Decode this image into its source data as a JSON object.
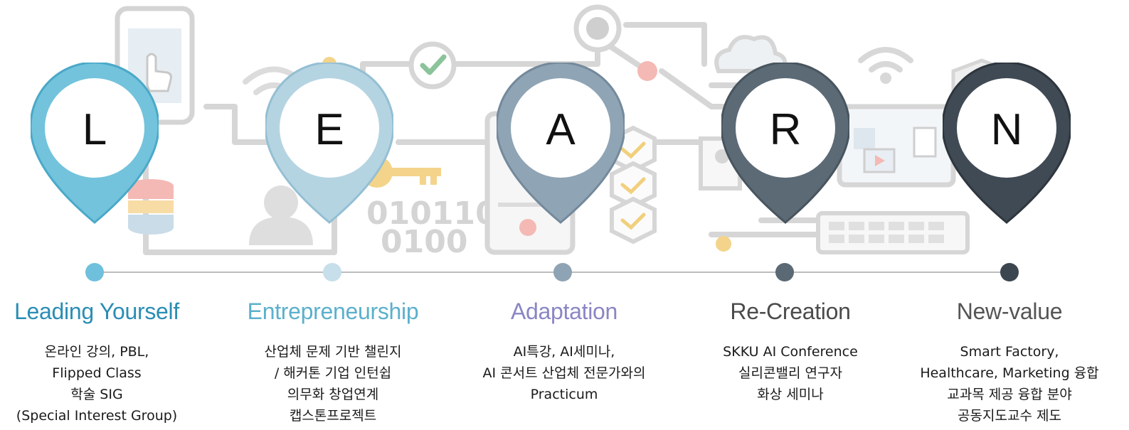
{
  "pins": [
    {
      "letter": "L",
      "color": "#73c3dc",
      "dark": "#4aa9c8"
    },
    {
      "letter": "E",
      "color": "#b5d4e2",
      "dark": "#94bfd3"
    },
    {
      "letter": "A",
      "color": "#8fa4b4",
      "dark": "#74899b"
    },
    {
      "letter": "R",
      "color": "#5c6a76",
      "dark": "#48555f"
    },
    {
      "letter": "N",
      "color": "#404a54",
      "dark": "#2e363e"
    }
  ],
  "background": {
    "binary_line_1": "010110",
    "binary_line_2": "0100"
  },
  "sections": [
    {
      "title": "Leading Yourself",
      "title_color": "#2a8db5",
      "dot_color": "#6fc0dd",
      "lines": [
        "온라인 강의, PBL,",
        "Flipped Class",
        "학술 SIG",
        "(Special Interest Group)"
      ]
    },
    {
      "title": "Entrepreneurship",
      "title_color": "#5bb0cc",
      "dot_color": "#c6dfea",
      "lines": [
        "산업체 문제 기반 챌린지",
        "/ 해커톤 기업 인턴쉽",
        "의무화 창업연계",
        "캡스톤프로젝트"
      ]
    },
    {
      "title": "Adaptation",
      "title_color": "#8a86c4",
      "dot_color": "#8ea3b3",
      "lines": [
        "AI특강, AI세미나,",
        "AI 콘서트 산업체 전문가와의",
        "Practicum"
      ]
    },
    {
      "title": "Re-Creation",
      "title_color": "#4b4b4b",
      "dot_color": "#5b6975",
      "lines": [
        "SKKU AI Conference",
        "실리콘밸리 연구자",
        "화상 세미나"
      ]
    },
    {
      "title": "New-value",
      "title_color": "#555555",
      "dot_color": "#3c4650",
      "lines": [
        "Smart Factory,",
        "Healthcare, Marketing 융합",
        "교과목 제공 융합 분야",
        "공동지도교수 제도"
      ]
    }
  ]
}
